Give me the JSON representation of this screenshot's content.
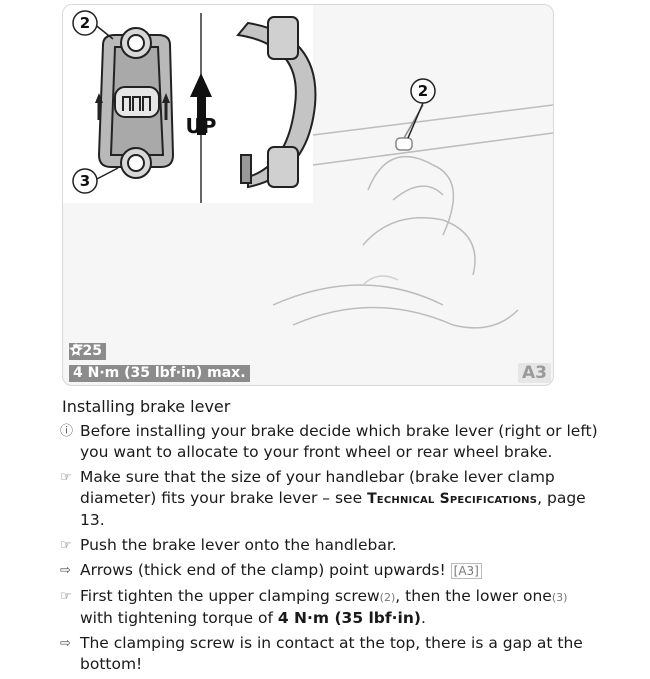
{
  "figure": {
    "callout_a": "2",
    "callout_b": "3",
    "callout_c": "2",
    "up_label": "UP",
    "tool_size": "T25",
    "torque": "4 N·m (35 lbf·in) max.",
    "figure_label": "A3"
  },
  "section_title": "Installing brake lever",
  "items": [
    {
      "icon": "info-icon",
      "text": "Before installing your brake decide which brake lever (right or left) you want to allocate to your front wheel or rear wheel brake."
    },
    {
      "icon": "pointing-hand-icon",
      "pre": "Make sure that the size of your handlebar (brake lever clamp diameter) fits your brake lever – see ",
      "sc": "Technical Specifications",
      "post": ", page 13."
    },
    {
      "icon": "pointing-hand-icon",
      "text": "Push the brake lever onto the handlebar."
    },
    {
      "icon": "result-arrow-icon",
      "text": "Arrows (thick end of the clamp) point upwards!",
      "ref": "[A3]"
    },
    {
      "icon": "pointing-hand-icon",
      "p1": "First tighten the upper clamping screw",
      "r1": "(2)",
      "p2": ", then the lower one",
      "r2": "(3)",
      "p3": " with tightening torque of ",
      "b": "4 N·m (35 lbf·in)",
      "p4": "."
    },
    {
      "icon": "result-arrow-icon",
      "text": "The clamping screw is in contact at the top, there is a gap at the bottom!"
    }
  ]
}
